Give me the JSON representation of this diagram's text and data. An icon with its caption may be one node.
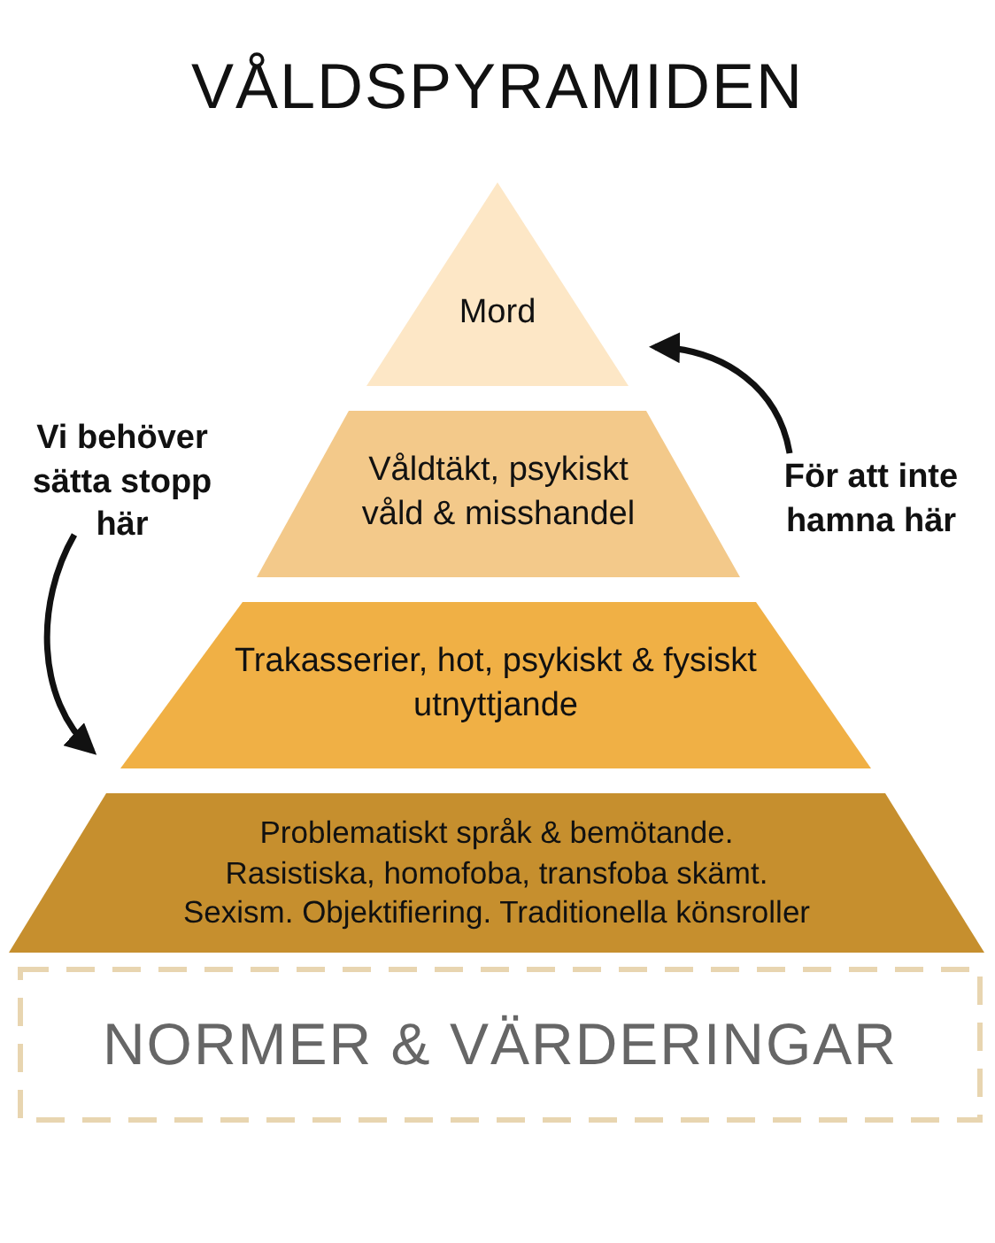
{
  "diagram": {
    "title": "VÅLDSPYRAMIDEN",
    "nodes": [
      {
        "text": [
          "Mord"
        ]
      },
      {
        "text": [
          "Våldtäkt, psykiskt våld & misshandel"
        ]
      },
      {
        "text": [
          "Trakasserier, hot, psykiskt & fysiskt utnyttjande"
        ]
      },
      {
        "text": [
          "Problematiskt språk & bemötande.",
          "Rasistiska, homofoba, transfoba skämt.",
          "Sexism. Objektifiering. Traditionella könsroller"
        ]
      },
      {
        "text": [
          "NORMER & VÄRDERINGAR"
        ]
      },
      {
        "text": [
          "Vi behöver sätta stopp här"
        ]
      },
      {
        "text": [
          "För att inte hamna här"
        ]
      }
    ],
    "edges": [
      {
        "from": 5,
        "to": 2,
        "arrow": "to"
      },
      {
        "from": 6,
        "to": 0,
        "arrow": "to"
      }
    ]
  }
}
